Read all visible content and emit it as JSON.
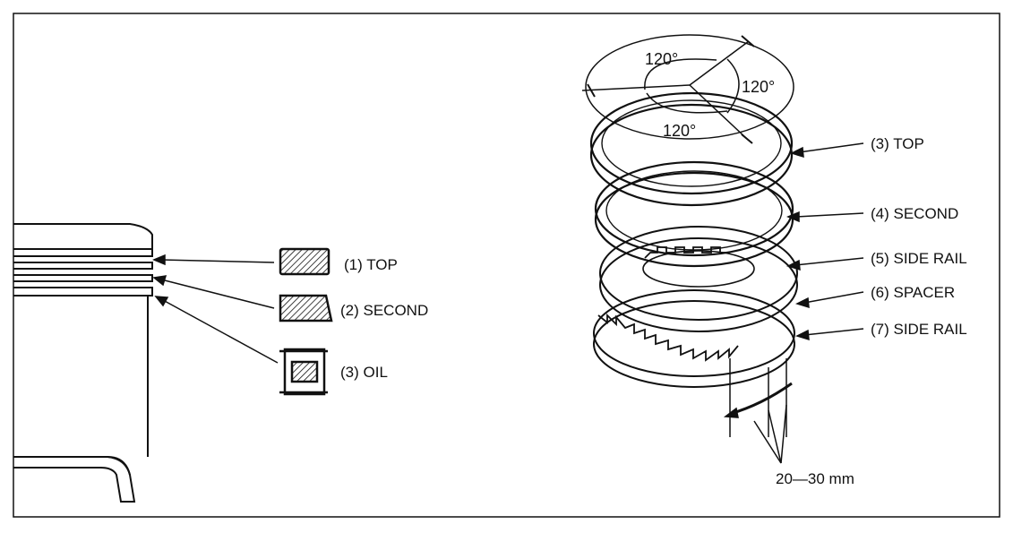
{
  "left_labels": {
    "top": "(1) TOP",
    "second": "(2) SECOND",
    "oil": "(3) OIL"
  },
  "right_labels": {
    "top": "(3) TOP",
    "second": "(4) SECOND",
    "side_rail_upper": "(5) SIDE RAIL",
    "spacer": "(6) SPACER",
    "side_rail_lower": "(7) SIDE RAIL"
  },
  "angles": {
    "a1": "120°",
    "a2": "120°",
    "a3": "120°"
  },
  "offset_note": "20—30 mm",
  "colors": {
    "ink": "#111111",
    "background": "#ffffff"
  }
}
